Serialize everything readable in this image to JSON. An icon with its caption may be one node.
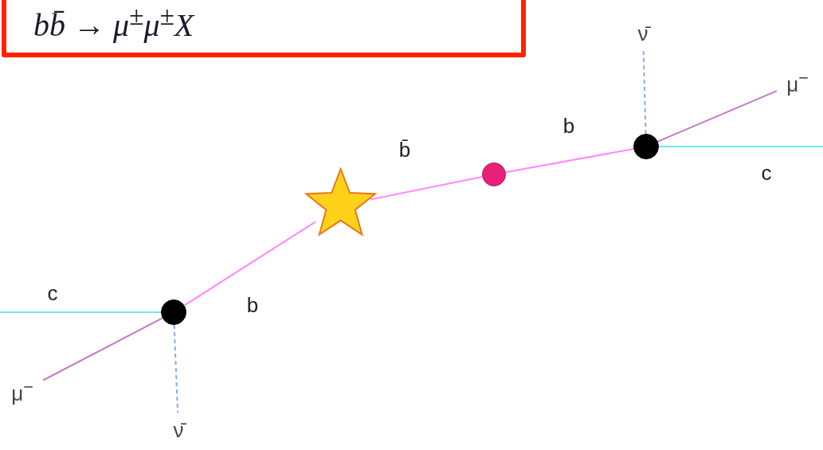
{
  "diagram": {
    "nodes": [
      {
        "text": [
          "bb̄ → μ$^{±}$μ$^{±}$X"
        ]
      },
      {
        "text": [
          "ν̄"
        ]
      },
      {
        "text": [
          "μ$^{−}$"
        ]
      },
      {
        "text": [],
        "shape": "circle"
      },
      {
        "text": [],
        "shape": "circle"
      },
      {
        "text": [],
        "shape": "star"
      },
      {
        "text": [],
        "shape": "circle"
      },
      {
        "text": [
          "μ$^{−}$"
        ]
      },
      {
        "text": [
          "ν̄"
        ]
      }
    ],
    "edges": [
      {
        "from": 3,
        "to": 1,
        "arrow": "none",
        "style": "dashed",
        "color": "#88aaee"
      },
      {
        "from": 3,
        "to": 2,
        "arrow": "none",
        "color": "#c47ac4"
      },
      {
        "from": 4,
        "to": 3,
        "arrow": "none",
        "label": "b"
      },
      {
        "from": 5,
        "to": 4,
        "arrow": "none",
        "label": "b̄"
      },
      {
        "from": 6,
        "to": 5,
        "arrow": "none",
        "label": "b"
      },
      {
        "from": 3,
        "to": null,
        "arrow": "none",
        "label": "c",
        "color": "#6ee8ea"
      },
      {
        "from": null,
        "to": 6,
        "arrow": "none",
        "label": "c",
        "color": "#6ee8ea"
      },
      {
        "from": 6,
        "to": 7,
        "arrow": "none",
        "color": "#c47ac4"
      },
      {
        "from": 6,
        "to": 8,
        "arrow": "none",
        "style": "dashed",
        "color": "#88aaee"
      }
    ]
  }
}
